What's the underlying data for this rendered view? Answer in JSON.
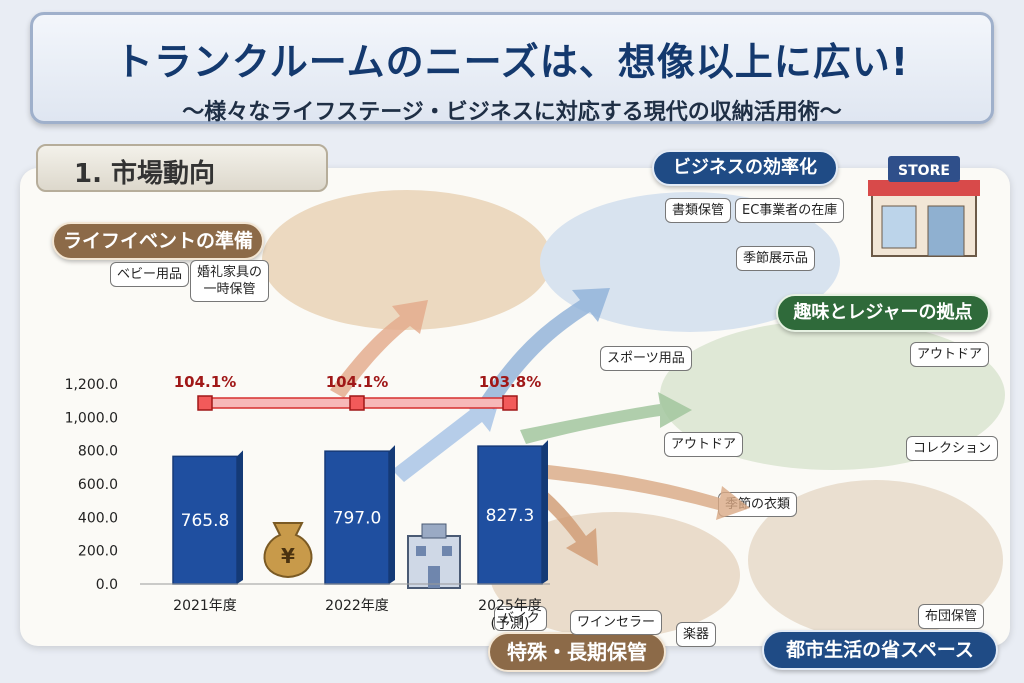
{
  "header": {
    "title": "トランクルームのニーズは、想像以上に広い!",
    "subtitle": "〜様々なライフステージ・ビジネスに対応する現代の収納活用術〜"
  },
  "section": {
    "label": "1. 市場動向"
  },
  "categories": {
    "life_event": {
      "title": "ライフイベントの準備",
      "items": [
        "ベビー用品",
        "婚礼家具の\n一時保管"
      ]
    },
    "business": {
      "title": "ビジネスの効率化",
      "items": [
        "書類保管",
        "EC事業者の在庫",
        "季節展示品"
      ]
    },
    "hobby": {
      "title": "趣味とレジャーの拠点",
      "items": [
        "スポーツ用品",
        "アウトドア",
        "アウトドア",
        "コレクション"
      ]
    },
    "special": {
      "title": "特殊・長期保管",
      "items": [
        "バイク",
        "ワインセラー",
        "楽器"
      ]
    },
    "urban": {
      "title": "都市生活の省スペース",
      "items": [
        "季節の衣類",
        "布団保管"
      ]
    }
  },
  "store_sign": "STORE",
  "chart_data": {
    "type": "bar",
    "categories": [
      "2021年度",
      "2022年度",
      "2025年度(予測)"
    ],
    "values": [
      765.8,
      797.0,
      827.3
    ],
    "value_labels": [
      "765.8",
      "797.0",
      "827.3"
    ],
    "growth_labels": [
      "104.1%",
      "104.1%",
      "103.8%"
    ],
    "ylim": [
      0,
      1200
    ],
    "yticks": [
      "0.0",
      "200.0",
      "400.0",
      "600.0",
      "800.0",
      "1,000.0",
      "1,200.0"
    ],
    "colors": {
      "bar": "#1f4fa0",
      "growth": "#d62f2f"
    }
  }
}
